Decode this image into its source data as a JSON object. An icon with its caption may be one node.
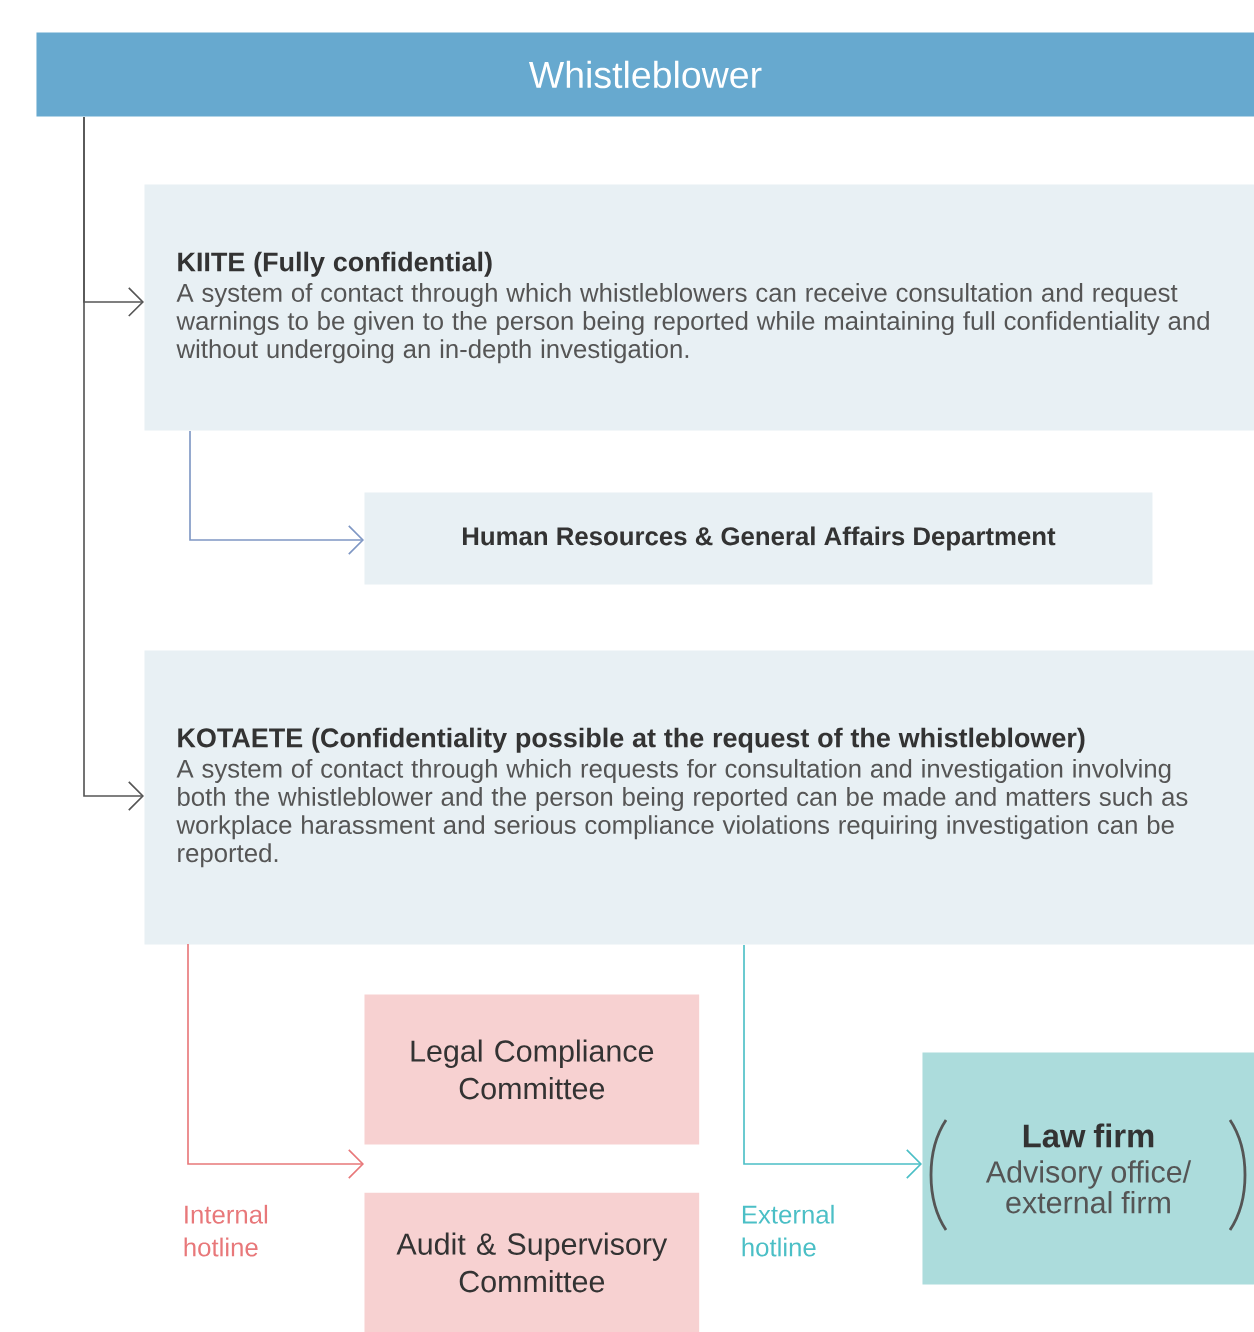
{
  "diagram": {
    "nodes": [
      {
        "text": [
          "Whistleblower"
        ]
      },
      {
        "text": [
          "KIITE (Fully confidential)",
          "A system of contact through which whistleblowers can receive consultation and request warnings to be given to the person being reported while maintaining full confidentiality and without undergoing an in-depth investigation."
        ]
      },
      {
        "text": [
          "Human Resources & General Affairs Department"
        ]
      },
      {
        "text": [
          "KOTAETE (Confidentiality possible at the request of the whistleblower)",
          "A system of contact through which requests for consultation and investigation involving both the whistleblower and the person being reported can be made and matters such as workplace harassment and serious compliance violations requiring investigation can be reported."
        ]
      },
      {
        "text": [
          "Legal Compliance Committee"
        ]
      },
      {
        "text": [
          "Audit & Supervisory Committee"
        ]
      },
      {
        "text": [
          "Law firm",
          "Advisory office/ external firm"
        ]
      }
    ],
    "edges": [
      {
        "from": 0,
        "to": 1,
        "arrow": "to"
      },
      {
        "from": 0,
        "to": 3,
        "arrow": "to"
      },
      {
        "from": 1,
        "to": 2,
        "arrow": "to",
        "color": "#7f97c4"
      },
      {
        "from": 3,
        "to": 4,
        "arrow": "to",
        "color": "#e8787a",
        "label": "Internal hotline"
      },
      {
        "from": 3,
        "to": 5,
        "arrow": "to",
        "color": "#e8787a"
      },
      {
        "from": 3,
        "to": 6,
        "arrow": "to",
        "color": "#4bbfc6",
        "label": "External hotline"
      }
    ]
  }
}
